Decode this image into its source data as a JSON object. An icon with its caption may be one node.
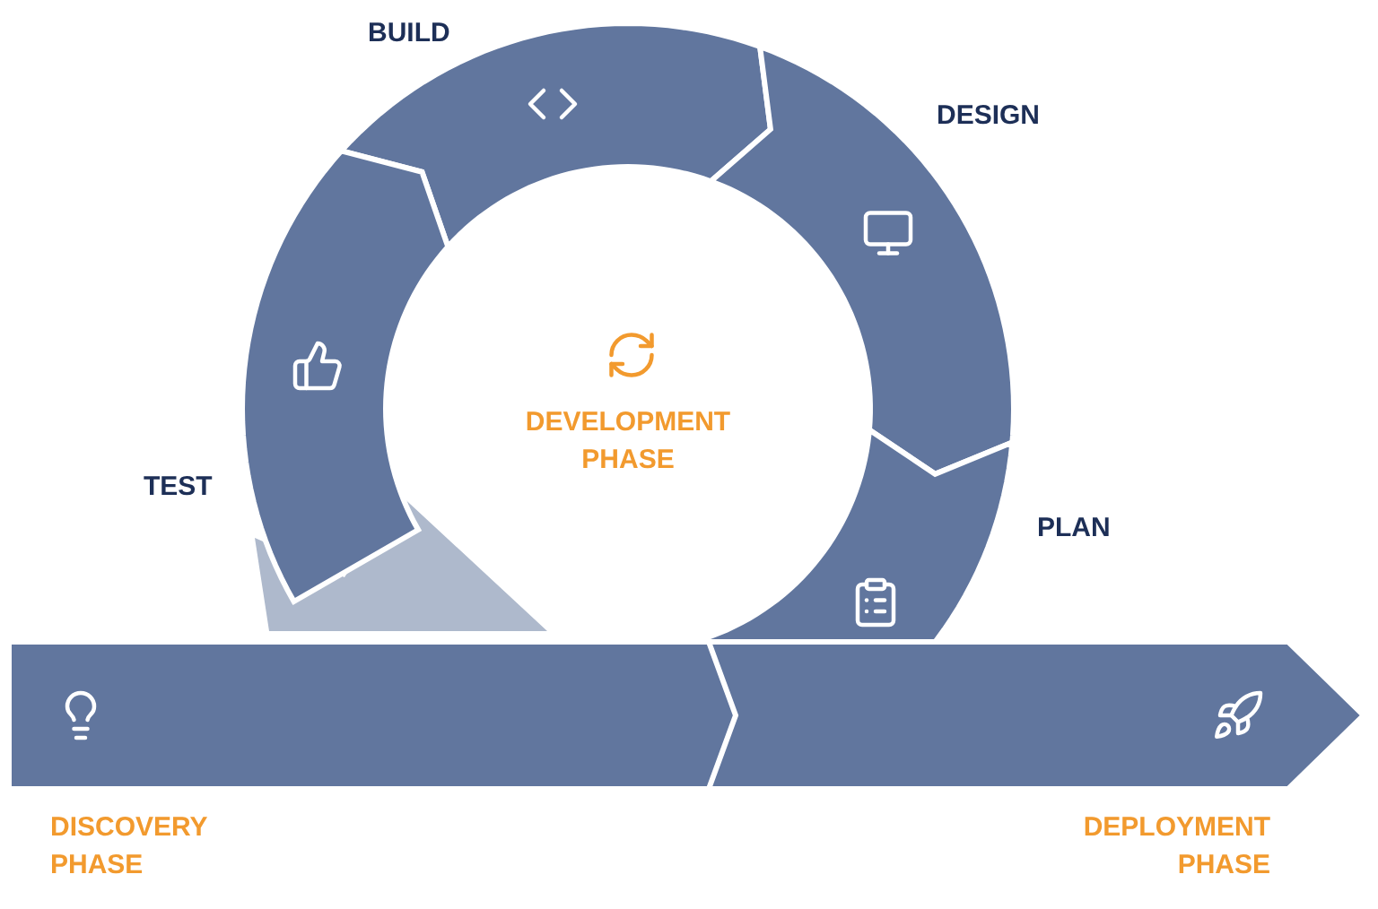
{
  "diagram": {
    "nodes": [
      {
        "text": [
          "BUILD"
        ]
      },
      {
        "text": [
          "DESIGN"
        ]
      },
      {
        "text": [
          "DEVELOPMENT PHASE"
        ]
      },
      {
        "text": [
          "TEST"
        ]
      },
      {
        "text": [
          "PLAN"
        ]
      },
      {
        "text": [
          "DISCOVERY PHASE"
        ]
      },
      {
        "text": [
          "DEPLOYMENT PHASE"
        ]
      }
    ]
  }
}
